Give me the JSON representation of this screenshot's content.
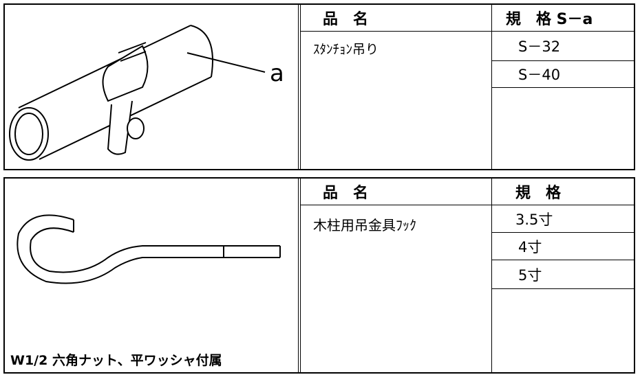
{
  "table1": {
    "header_name": "品　名",
    "header_spec": "規　格 S－a",
    "product_name": "ｽﾀﾝﾁｮﾝ吊り",
    "specs": [
      "S－32",
      "S－40"
    ],
    "callout_label": "a"
  },
  "table2": {
    "header_name": "品　名",
    "header_spec": "規　格",
    "product_name": "木柱用吊金具ﾌｯｸ",
    "specs": [
      "3.5寸",
      "4寸",
      "5寸"
    ],
    "note": "W1/2 六角ナット、平ワッシャ付属"
  }
}
